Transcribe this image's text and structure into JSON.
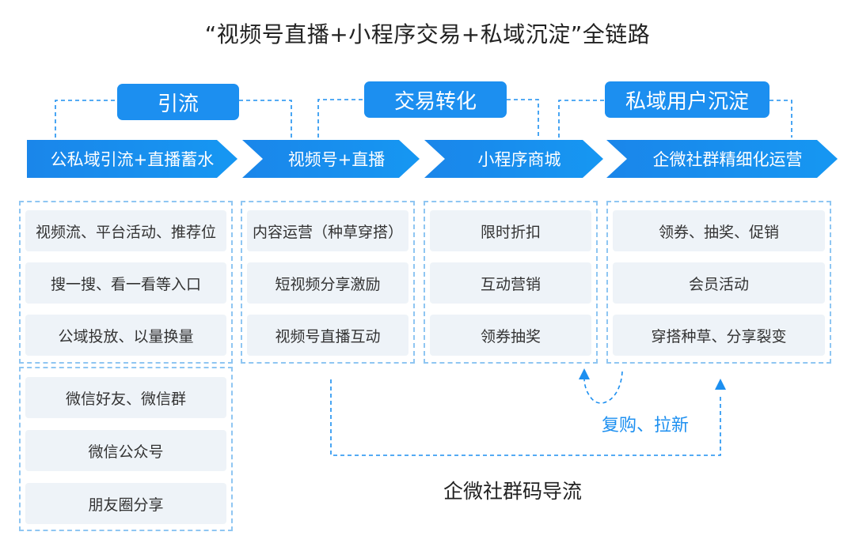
{
  "title": "“视频号直播+小程序交易+私域沉淀”全链路",
  "phases": [
    "引流",
    "交易转化",
    "私域用户沉淀"
  ],
  "stages": [
    "公私域引流+直播蓄水",
    "视频号+直播",
    "小程序商城",
    "企微社群精细化运营"
  ],
  "columns": {
    "col1_top": [
      "视频流、平台活动、推荐位",
      "搜一搜、看一看等入口",
      "公域投放、以量换量"
    ],
    "col1_bottom": [
      "微信好友、微信群",
      "微信公众号",
      "朋友圈分享"
    ],
    "col2": [
      "内容运营（种草穿搭）",
      "短视频分享激励",
      "视频号直播互动"
    ],
    "col3": [
      "限时折扣",
      "互动营销",
      "领券抽奖"
    ],
    "col4": [
      "领券、抽奖、促销",
      "会员活动",
      "穿搭种草、分享裂变"
    ]
  },
  "loop_label": "复购、拉新",
  "bottom_label": "企微社群码导流",
  "colors": {
    "accent": "#1c8ff0",
    "dashed_border": "#8fc6f2",
    "item_bg": "#eef3f8"
  }
}
